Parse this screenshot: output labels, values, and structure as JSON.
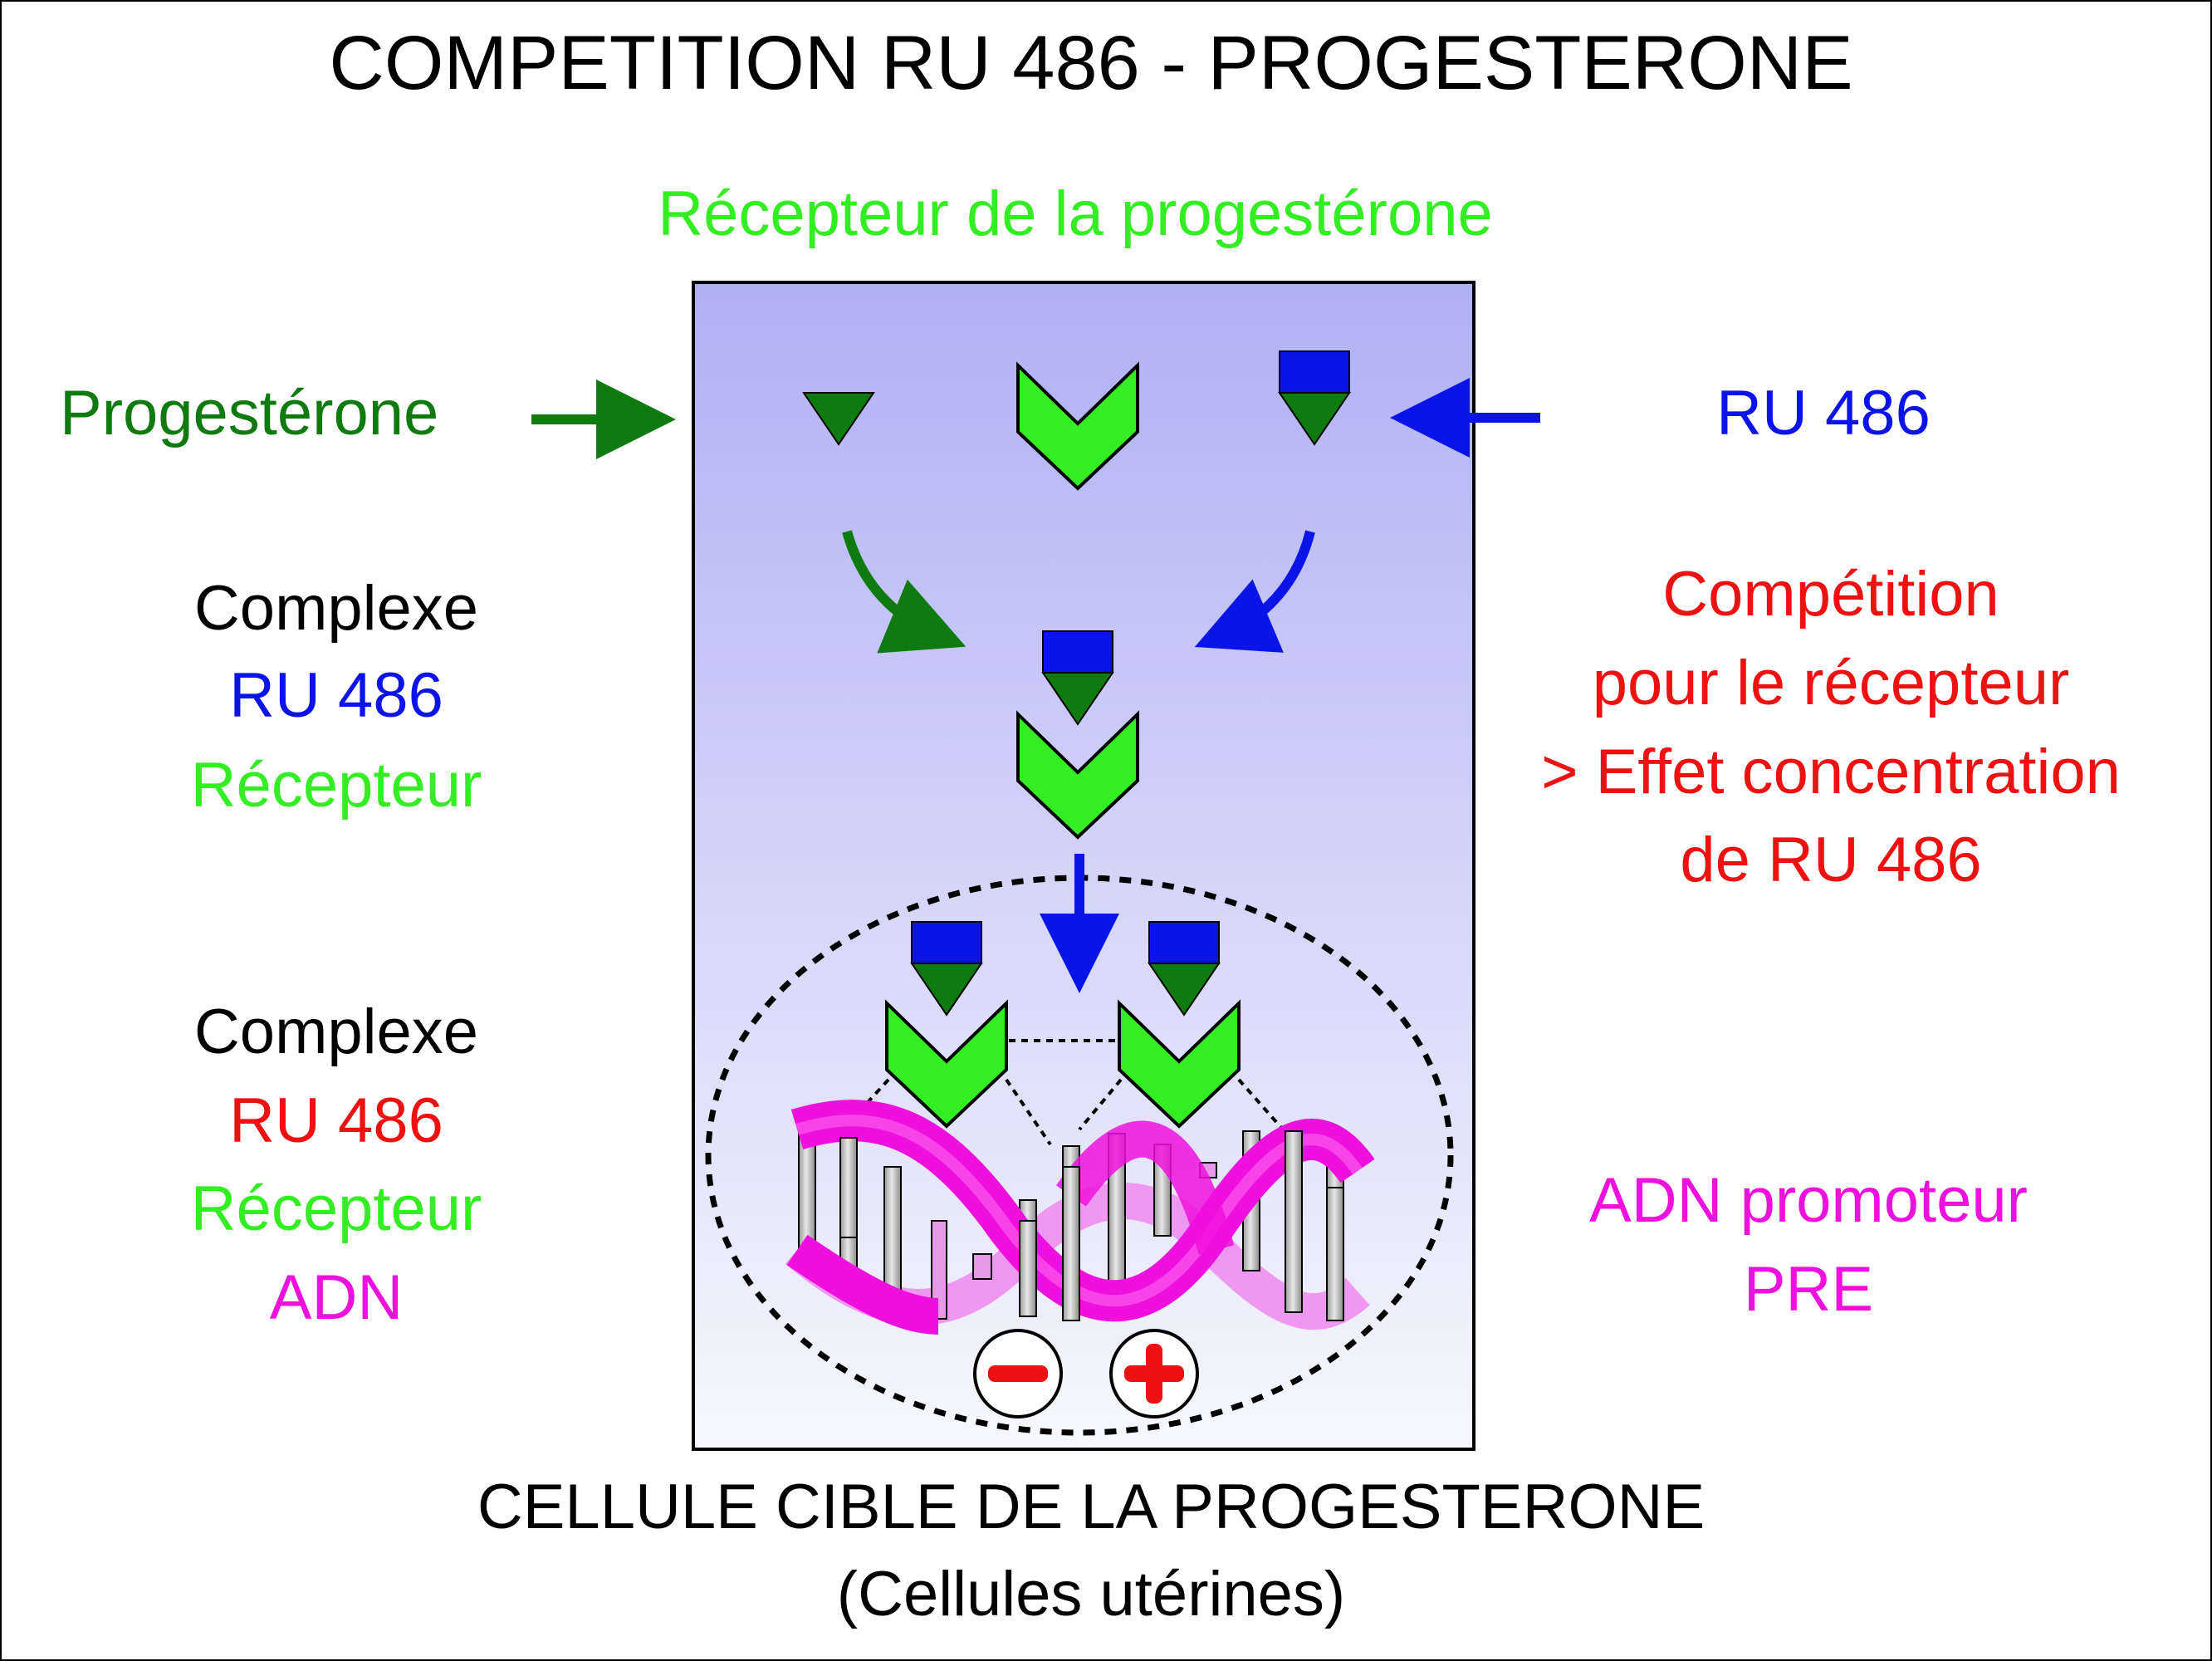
{
  "title": "COMPETITION RU 486 - PROGESTERONE",
  "receptor_label": "Récepteur de la progestérone",
  "progesterone_label": "Progestérone",
  "ru486_label": "RU 486",
  "complex1": {
    "line1": "Complexe",
    "line2": "RU 486",
    "line3": "Récepteur"
  },
  "competition": {
    "line1": "Compétition",
    "line2": "pour le récepteur",
    "line3": "> Effet concentration",
    "line4": "de RU 486"
  },
  "complex2": {
    "line1": "Complexe",
    "line2": "RU 486",
    "line3": "Récepteur",
    "line4": "ADN"
  },
  "dna_label": {
    "line1": "ADN promoteur",
    "line2": "PRE"
  },
  "cell_label": {
    "line1": "CELLULE CIBLE DE LA PROGESTERONE",
    "line2": "(Cellules utérines)"
  },
  "colors": {
    "progesterone": "#0f7a0f",
    "ru486": "#0a14e8",
    "receptor": "#33ee22",
    "competition": "#ee1111",
    "dna": "#ee11dd",
    "black": "#000000"
  },
  "icons": [
    "progesterone-triangle-icon",
    "receptor-chevron-icon",
    "ru486-molecule-icon",
    "dna-helix-icon",
    "minus-sign-icon",
    "plus-sign-icon"
  ]
}
